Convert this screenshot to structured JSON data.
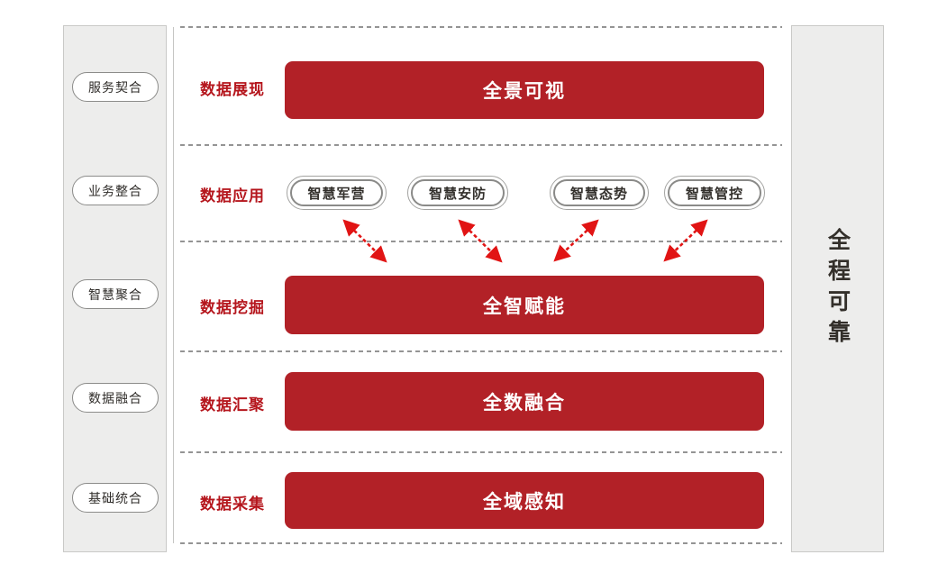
{
  "left_panel": {
    "items": [
      {
        "label": "服务契合"
      },
      {
        "label": "业务整合"
      },
      {
        "label": "智慧聚合"
      },
      {
        "label": "数据融合"
      },
      {
        "label": "基础统合"
      }
    ]
  },
  "rows": [
    {
      "label": "数据展现",
      "type": "bar",
      "bar_label": "全景可视"
    },
    {
      "label": "数据应用",
      "type": "pills",
      "pills": [
        {
          "label": "智慧军营"
        },
        {
          "label": "智慧安防"
        },
        {
          "label": "智慧态势"
        },
        {
          "label": "智慧管控"
        }
      ]
    },
    {
      "label": "数据挖掘",
      "type": "bar",
      "bar_label": "全智赋能"
    },
    {
      "label": "数据汇聚",
      "type": "bar",
      "bar_label": "全数融合"
    },
    {
      "label": "数据采集",
      "type": "bar",
      "bar_label": "全域感知"
    }
  ],
  "right_panel": {
    "title": "全程可靠"
  },
  "colors": {
    "bar_red": "#b22127",
    "label_red": "#b5161d",
    "arrow_red": "#e11414",
    "panel_bg": "#ededec",
    "panel_border": "#c9c9c7",
    "dotted_gray": "#949494"
  }
}
